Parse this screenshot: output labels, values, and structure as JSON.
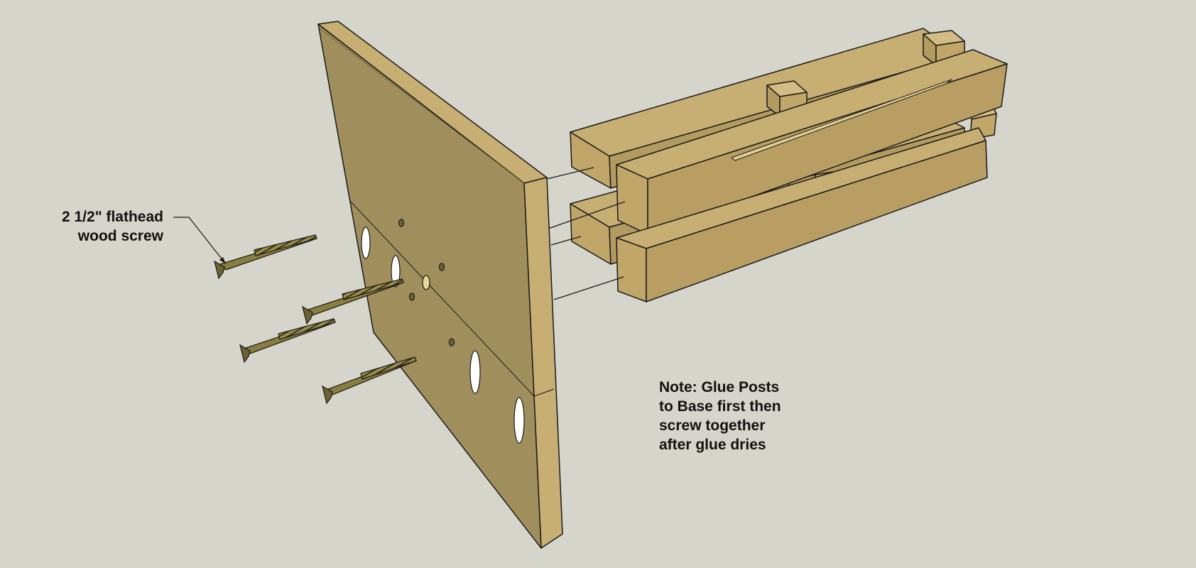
{
  "annotations": {
    "screw_label": [
      "2 1/2\" flathead",
      "wood screw"
    ],
    "note": [
      "Note: Glue Posts",
      "to Base first then",
      "screw together",
      "after glue dries"
    ]
  },
  "colors": {
    "background": "#d6d5cb",
    "wood_face": "#a08f5c",
    "wood_top": "#c7ae72",
    "wood_side": "#b89e62",
    "screw": "#8a7d40",
    "outline": "#1a1a1a"
  }
}
